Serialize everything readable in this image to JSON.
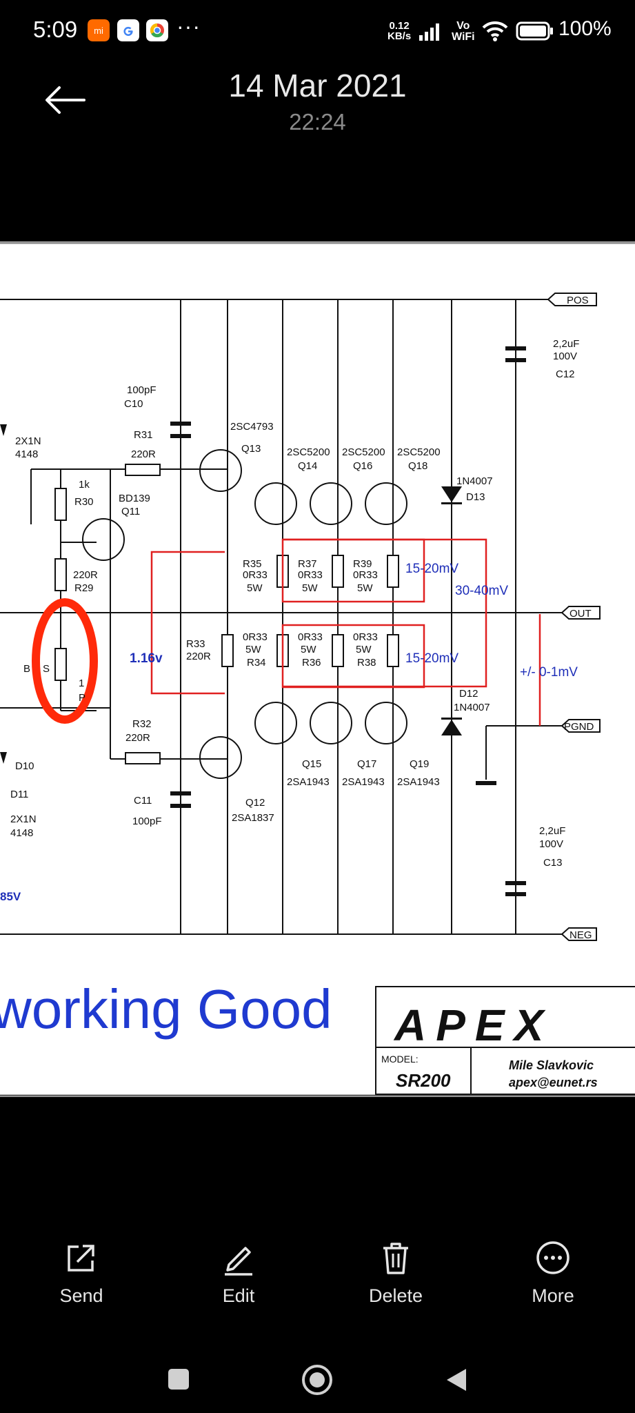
{
  "status_bar": {
    "time": "5:09",
    "overflow": "···",
    "net_speed_value": "0.12",
    "net_speed_unit": "KB/s",
    "vowifi_top": "Vo",
    "vowifi_bottom": "WiFi",
    "battery": "100%",
    "app_icons": [
      "mi-app-icon",
      "google-icon",
      "chrome-icon"
    ]
  },
  "header": {
    "date": "14 Mar 2021",
    "time": "22:24"
  },
  "schematic": {
    "labels": {
      "pos": "POS",
      "out": "OUT",
      "pgnd": "PGND",
      "neg": "NEG",
      "c12_val": "2,2uF",
      "c12_v": "100V",
      "c12": "C12",
      "c13_val": "2,2uF",
      "c13_v": "100V",
      "c13": "C13",
      "c10_val": "100pF",
      "c10": "C10",
      "c11": "C11",
      "c11_val": "100pF",
      "r31": "R31",
      "r31_val": "220R",
      "r32": "R32",
      "r32_val": "220R",
      "q13_type": "2SC4793",
      "q13": "Q13",
      "q12": "Q12",
      "q12_type": "2SA1837",
      "q14_type": "2SC5200",
      "q14": "Q14",
      "q16_type": "2SC5200",
      "q16": "Q16",
      "q18_type": "2SC5200",
      "q18": "Q18",
      "q15": "Q15",
      "q15_type": "2SA1943",
      "q17": "Q17",
      "q17_type": "2SA1943",
      "q19": "Q19",
      "q19_type": "2SA1943",
      "d13_type": "1N4007",
      "d13": "D13",
      "d12": "D12",
      "d12_type": "1N4007",
      "q11_type": "BD139",
      "q11": "Q11",
      "r30_val": "1k",
      "r30": "R30",
      "r29_val": "220R",
      "r29": "R29",
      "r35": "R35",
      "r35_val": "0R33",
      "r35_w": "5W",
      "r37": "R37",
      "r37_val": "0R33",
      "r37_w": "5W",
      "r39": "R39",
      "r39_val": "0R33",
      "r39_w": "5W",
      "r34_val": "0R33",
      "r34_w": "5W",
      "r34": "R34",
      "r36_val": "0R33",
      "r36_w": "5W",
      "r36": "R36",
      "r38_val": "0R33",
      "r38_w": "5W",
      "r38": "R38",
      "r33": "R33",
      "r33_val": "220R",
      "d_top_type": "2X1N",
      "d_top_num": "4148",
      "d10": "D10",
      "d11": "D11",
      "d_bot_type": "2X1N",
      "d_bot_num": "4148",
      "bias_partial": "B",
      "bias_partial_right": "S",
      "pot_partial_1": "1",
      "pot_partial_p": "P",
      "v_partial": "85V"
    },
    "annotations": {
      "v1": "15-20mV",
      "v2": "15-20mV",
      "v3": "30-40mV",
      "bias_v": "1.16v",
      "offset": "+/- 0-1mV"
    },
    "banner_text": "working Good",
    "title_block": {
      "brand": "APEX",
      "model_label": "MODEL:",
      "model": "SR200",
      "author": "Mile Slavkovic",
      "email": "apex@eunet.rs"
    }
  },
  "toolbar": {
    "send": "Send",
    "edit": "Edit",
    "delete": "Delete",
    "more": "More"
  },
  "colors": {
    "background": "#000000",
    "annotation_blue": "#1f2fb8",
    "measure_red": "#e02020",
    "highlight_red": "#ff2a0a"
  }
}
